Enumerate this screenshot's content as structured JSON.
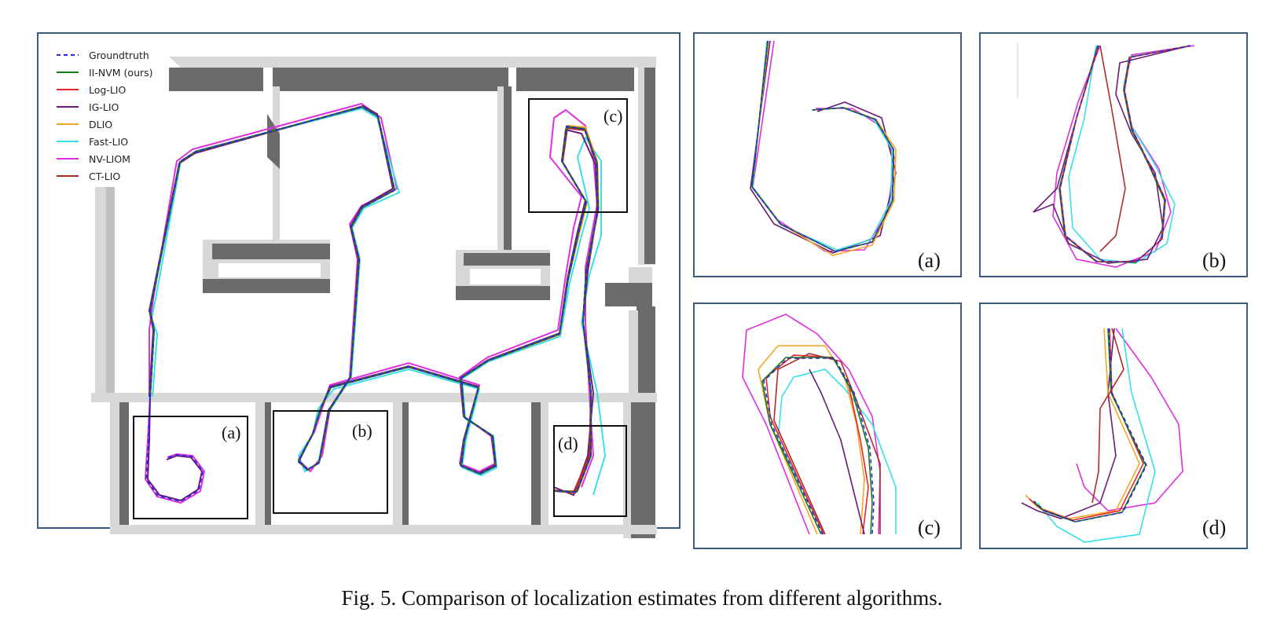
{
  "legend": [
    {
      "name": "Groundtruth",
      "color": "#2b2bd6",
      "dashed": true
    },
    {
      "name": "II-NVM (ours)",
      "color": "#1a7a1a",
      "dashed": false
    },
    {
      "name": "Log-LIO",
      "color": "#e0282e",
      "dashed": false
    },
    {
      "name": "IG-LIO",
      "color": "#6a1b7a",
      "dashed": false
    },
    {
      "name": "DLIO",
      "color": "#f5a623",
      "dashed": false
    },
    {
      "name": "Fast-LIO",
      "color": "#38e0e6",
      "dashed": false
    },
    {
      "name": "NV-LIOM",
      "color": "#e02ee0",
      "dashed": false
    },
    {
      "name": "CT-LIO",
      "color": "#b02a2a",
      "dashed": false
    }
  ],
  "map_labels": {
    "a": "(a)",
    "b": "(b)",
    "c": "(c)",
    "d": "(d)"
  },
  "panels": [
    {
      "id": "a",
      "label": "(a)"
    },
    {
      "id": "b",
      "label": "(b)"
    },
    {
      "id": "c",
      "label": "(c)"
    },
    {
      "id": "d",
      "label": "(d)"
    }
  ],
  "caption": "Fig. 5. Comparison of localization estimates from different algorithms."
}
